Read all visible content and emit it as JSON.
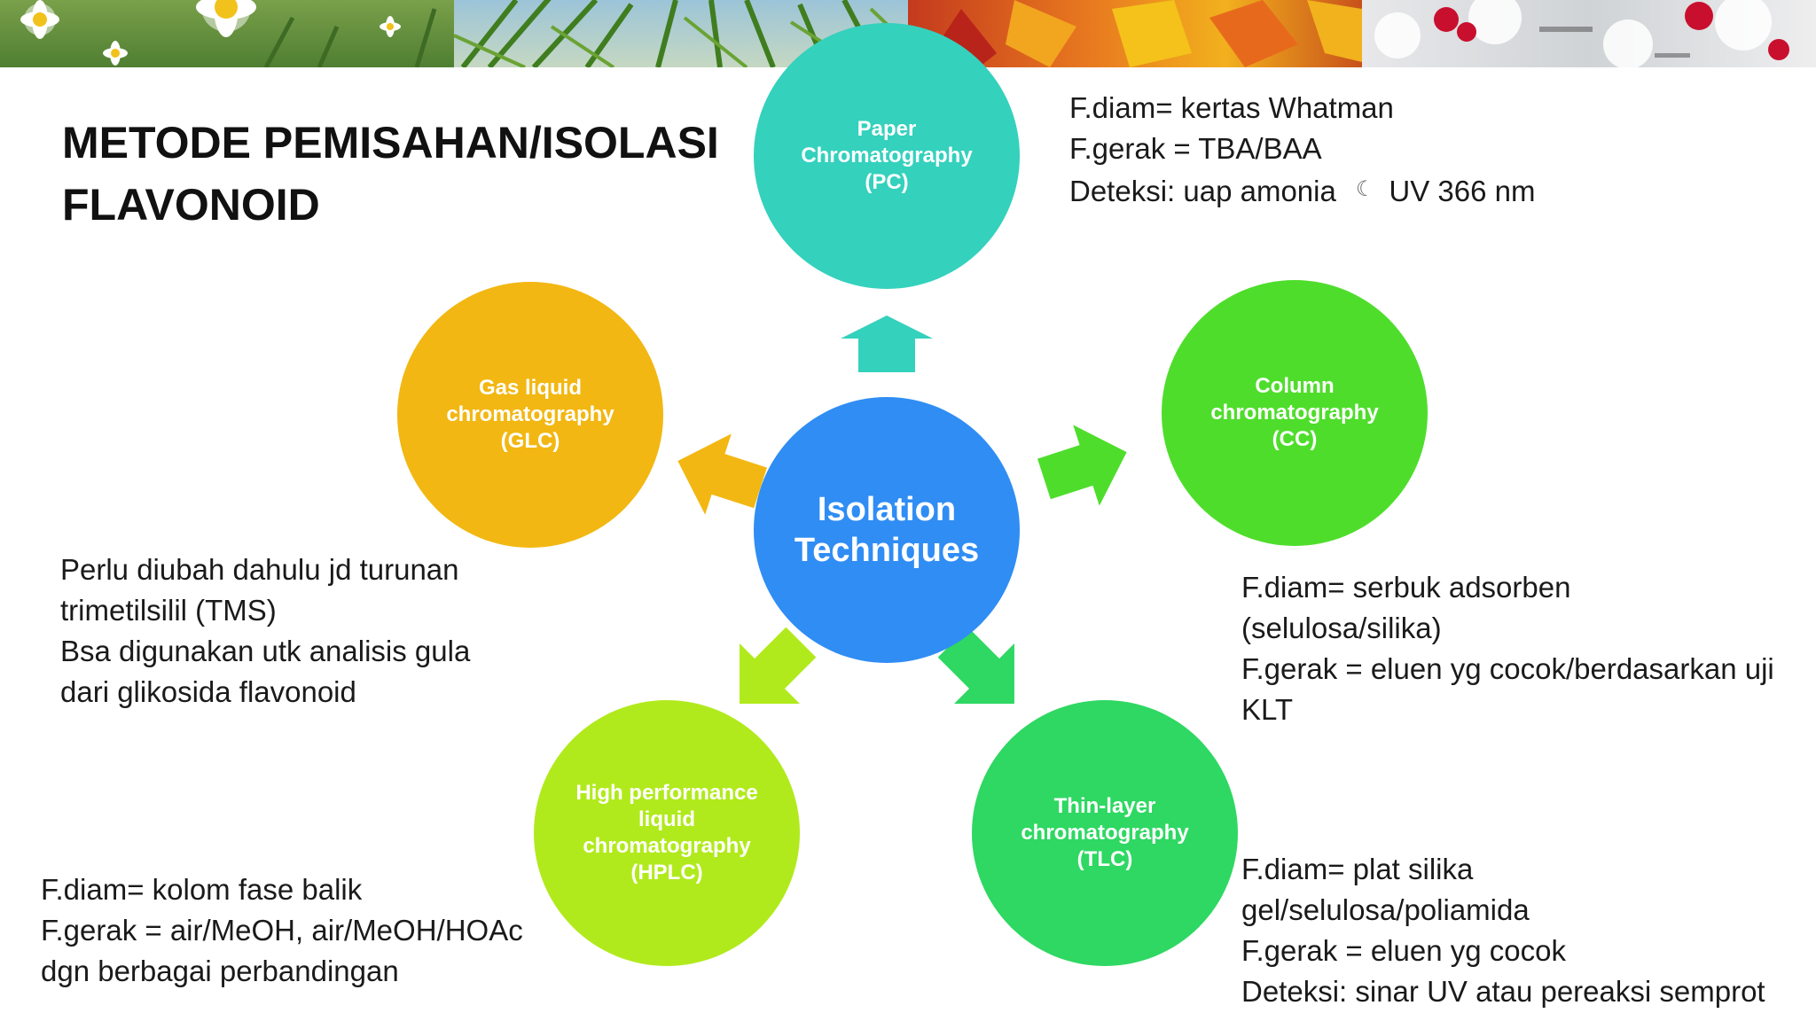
{
  "title": {
    "line1": "METODE PEMISAHAN/ISOLASI",
    "line2": "FLAVONOID"
  },
  "colors": {
    "paper": "#34d1bd",
    "gas": "#f2b712",
    "column": "#4fdd2c",
    "hplc": "#b1ea1c",
    "tlc": "#2ed862",
    "center": "#2f8df4"
  },
  "diagram": {
    "center": {
      "line1": "Isolation",
      "line2": "Techniques"
    },
    "nodes": {
      "pc": {
        "line1": "Paper",
        "line2": "Chromatography",
        "line3": "(PC)"
      },
      "glc": {
        "line1": "Gas liquid",
        "line2": "chromatography",
        "line3": "(GLC)"
      },
      "cc": {
        "line1": "Column",
        "line2": "chromatography",
        "line3": "(CC)"
      },
      "hplc": {
        "line1": "High performance",
        "line2": "liquid",
        "line3": "chromatography",
        "line4": "(HPLC)"
      },
      "tlc": {
        "line1": "Thin-layer",
        "line2": "chromatography",
        "line3": "(TLC)"
      }
    }
  },
  "notes": {
    "pc": {
      "line1": "F.diam= kertas Whatman",
      "line2": "F.gerak = TBA/BAA",
      "line3_prefix": "Deteksi: uap amonia",
      "line3_symbol": "☾",
      "line3_suffix": "UV 366 nm"
    },
    "glc": {
      "line1": "Perlu diubah dahulu jd turunan",
      "line2": "trimetilsilil (TMS)",
      "line3": "Bsa digunakan utk analisis gula",
      "line4": "dari glikosida flavonoid"
    },
    "cc": {
      "line1": "F.diam= serbuk adsorben",
      "line2": "(selulosa/silika)",
      "line3": "F.gerak = eluen yg cocok/berdasarkan uji",
      "line4": "KLT"
    },
    "hplc": {
      "line1": "F.diam= kolom fase balik",
      "line2": "F.gerak = air/MeOH, air/MeOH/HOAc",
      "line3": "dgn berbagai perbandingan"
    },
    "tlc": {
      "line1": "F.diam= plat silika",
      "line2": "gel/selulosa/poliamida",
      "line3": "F.gerak = eluen yg cocok",
      "line4": "Deteksi: sinar UV atau pereaksi semprot"
    }
  }
}
